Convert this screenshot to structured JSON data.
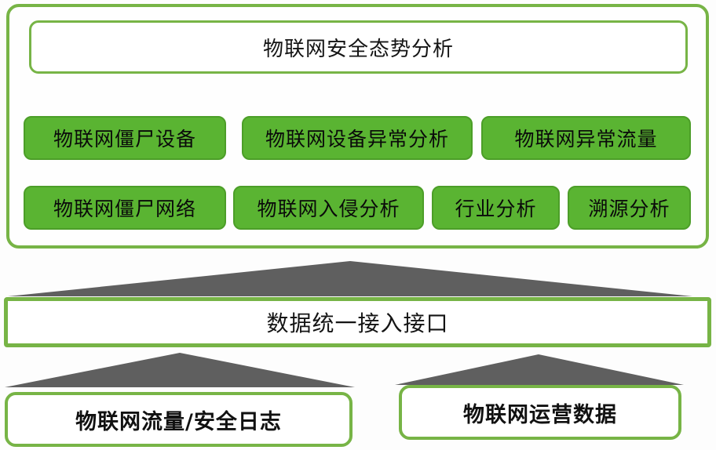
{
  "diagram": {
    "panel": {
      "title": "物联网安全态势分析",
      "modules_row1": [
        "物联网僵尸设备",
        "物联网设备异常分析",
        "物联网异常流量"
      ],
      "modules_row2": [
        "物联网僵尸网络",
        "物联网入侵分析",
        "行业分析",
        "溯源分析"
      ]
    },
    "interface_box": {
      "label": "数据统一接入接口"
    },
    "sources": [
      {
        "label": "物联网流量/安全日志"
      },
      {
        "label": "物联网运营数据"
      }
    ],
    "arrows": {
      "direction": "up",
      "count": 3
    },
    "colors": {
      "node_fill_green": "#5ab432",
      "node_edge_green": "#4c9e28",
      "border_green": "#77b446",
      "arrow_gray": "#5f5f5f",
      "text_black": "#141414"
    }
  }
}
